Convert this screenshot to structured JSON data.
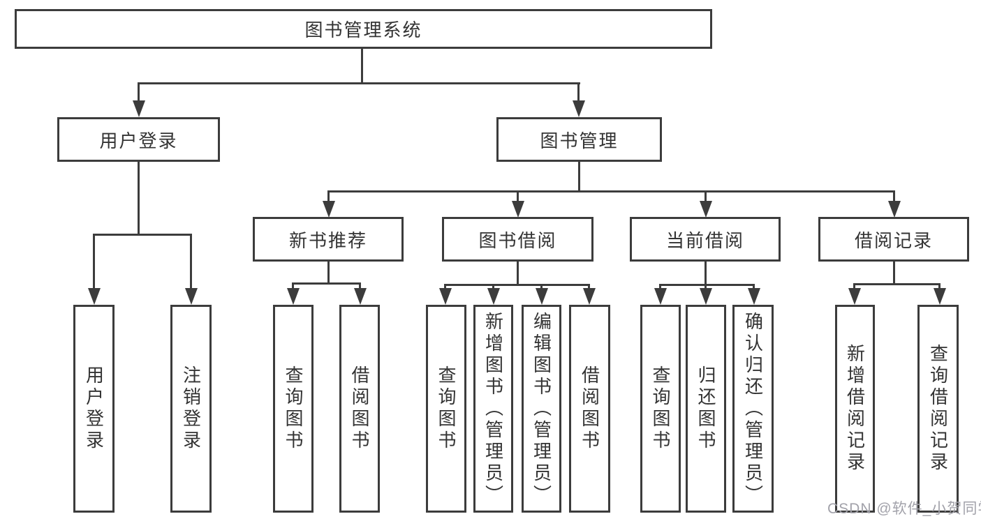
{
  "diagram": {
    "title_node": "图书管理系统",
    "nodes": {
      "root": "图书管理系统",
      "user_login": "用户登录",
      "book_mgmt": "图书管理",
      "new_book_rec": "新书推荐",
      "book_borrow": "图书借阅",
      "current_borrow": "当前借阅",
      "borrow_records": "借阅记录",
      "ul_user_login": "用户登录",
      "ul_logout": "注销登录",
      "nb_query": "查询图书",
      "nb_borrow": "借阅图书",
      "bb_query": "查询图书",
      "bb_add": "新增图书（管理员）",
      "bb_edit": "编辑图书（管理员）",
      "bb_borrow": "借阅图书",
      "cb_query": "查询图书",
      "cb_return": "归还图书",
      "cb_confirm": "确认归还（管理员）",
      "br_add": "新增借阅记录",
      "br_query": "查询借阅记录"
    },
    "colors": {
      "line": "#3c3c3c",
      "text": "#333333",
      "background": "#ffffff",
      "watermark": "#a2a2aa"
    }
  },
  "watermark": "CSDN @软件_小贺同学"
}
